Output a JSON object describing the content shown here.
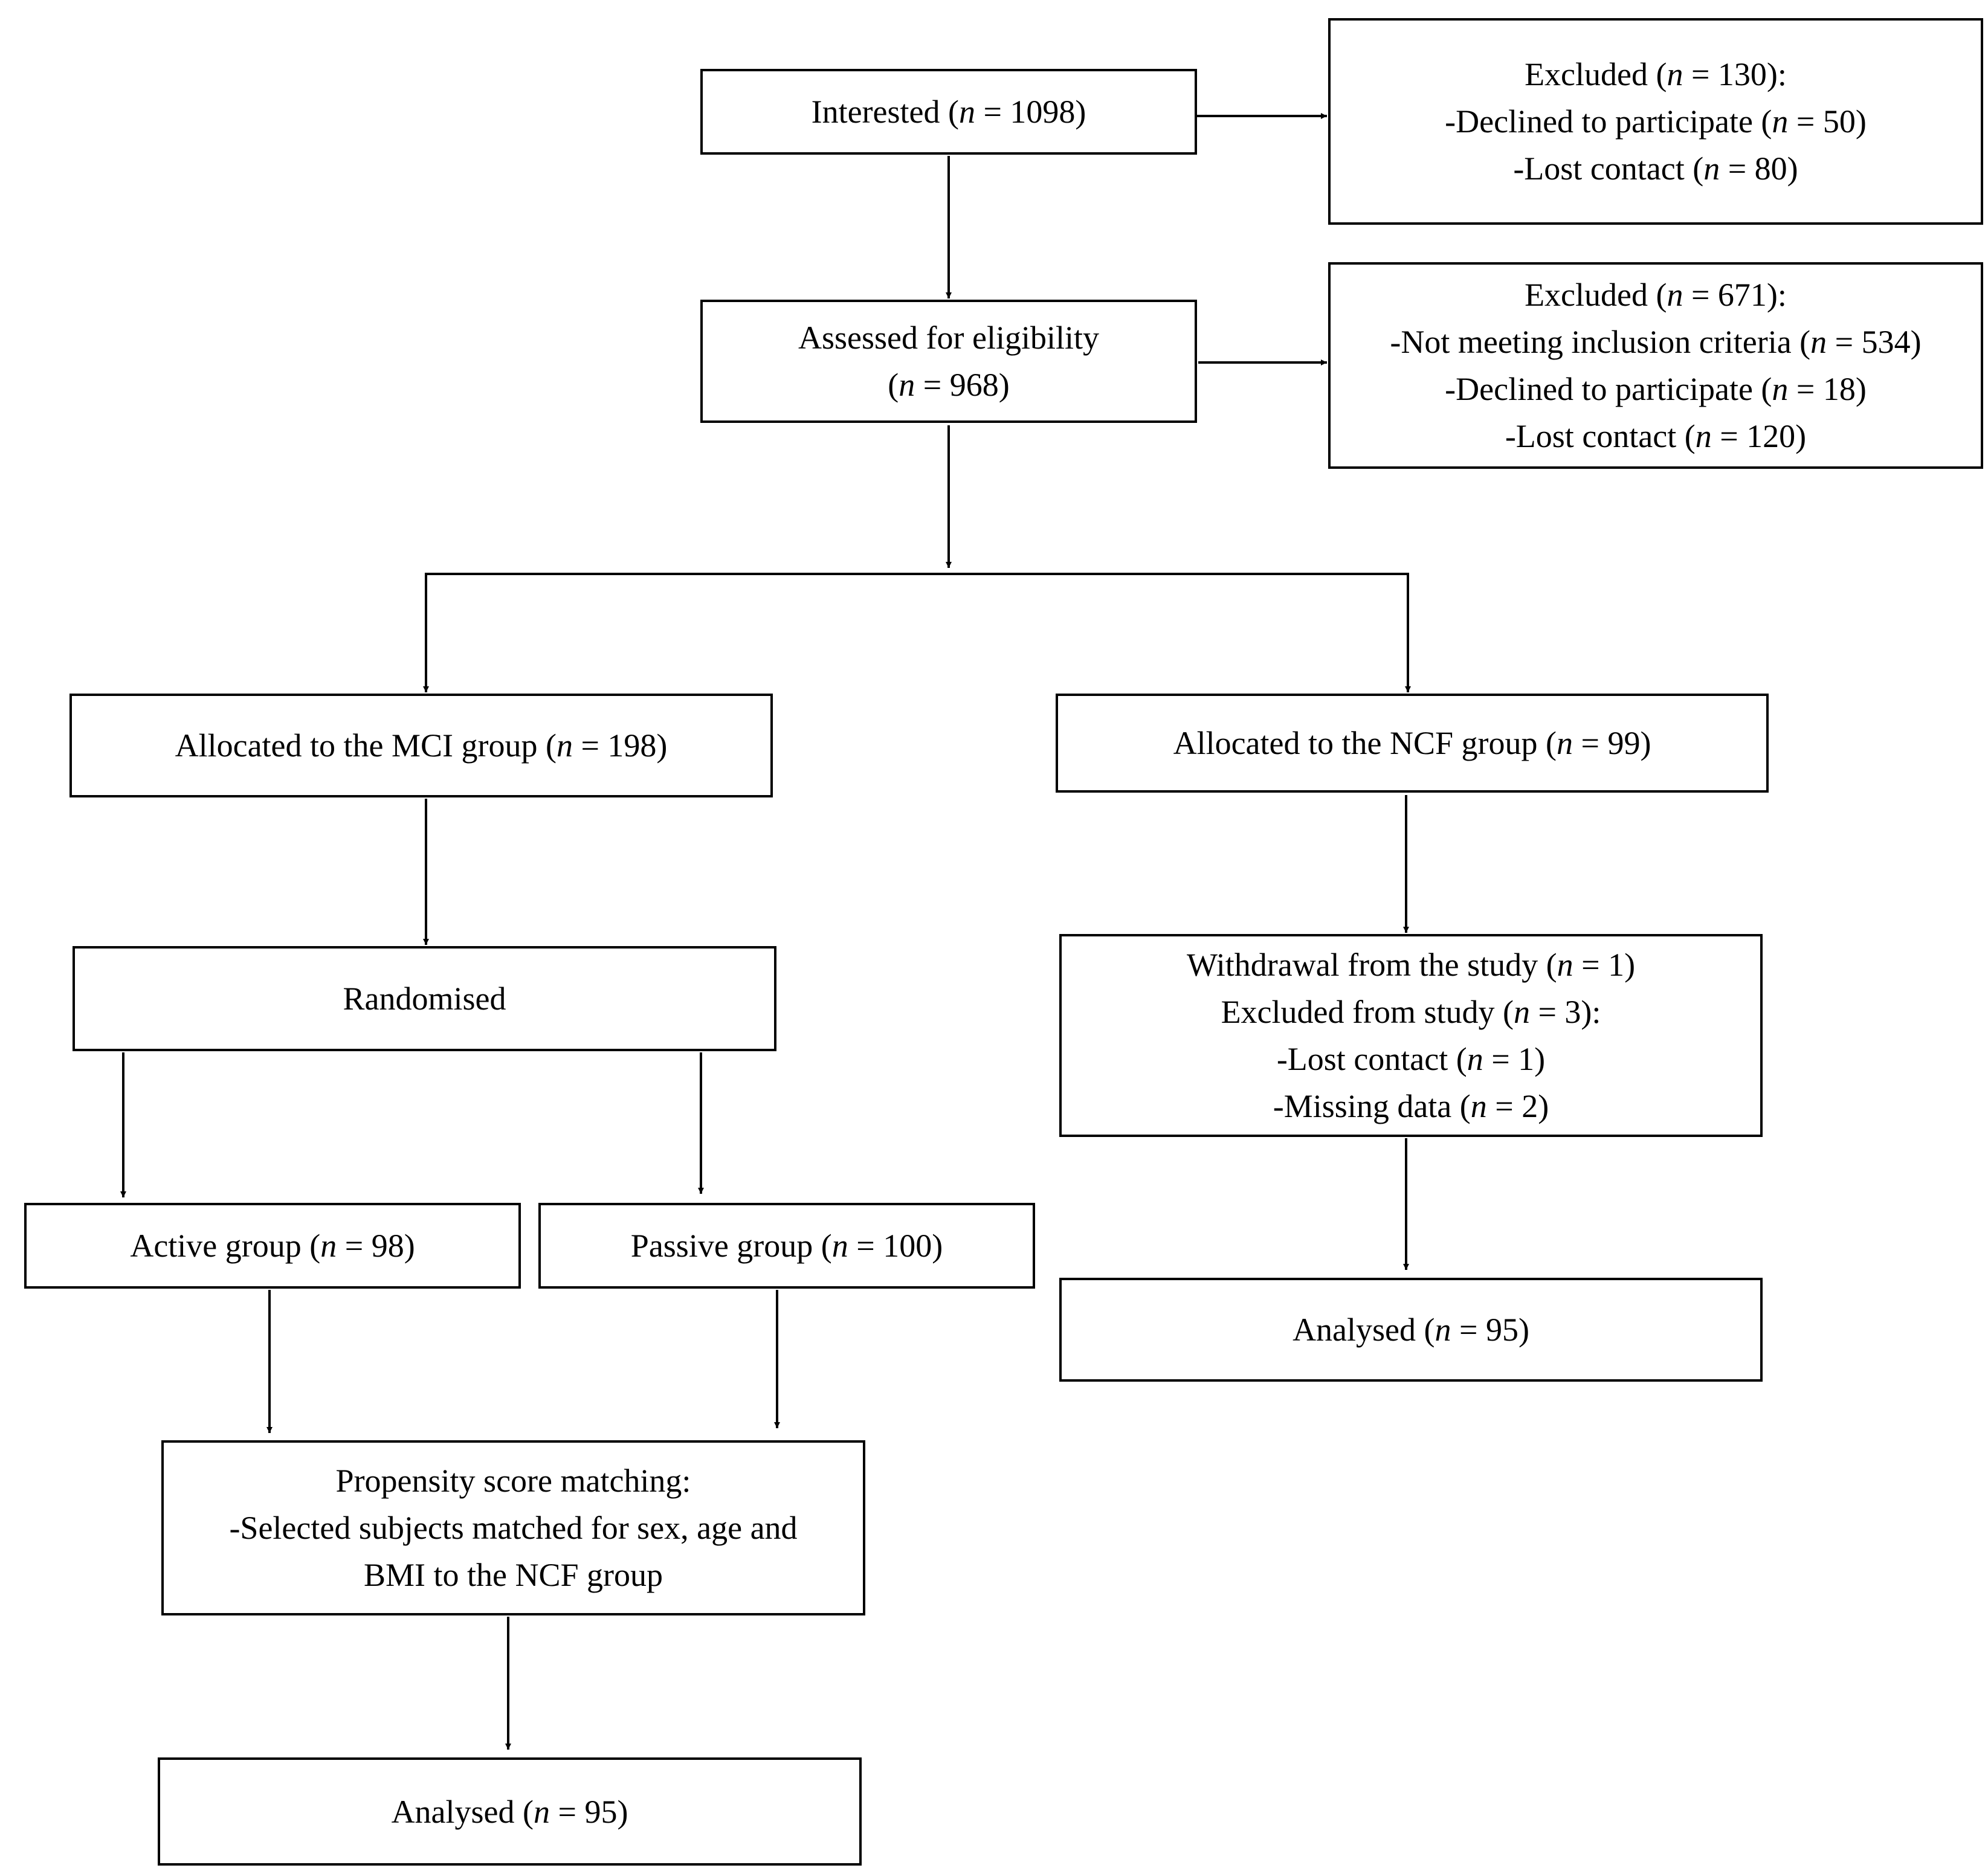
{
  "colors": {
    "line": "#000000",
    "background": "#ffffff"
  },
  "boxes": {
    "interested": {
      "lines": [
        "Interested (<i>n</i> = 1098)"
      ]
    },
    "excluded1": {
      "lines": [
        "Excluded (<i>n</i> = 130):",
        "-Declined to participate (<i>n</i> = 50)",
        "-Lost contact (<i>n</i> = 80)"
      ]
    },
    "assessed": {
      "lines": [
        "Assessed for eligibility",
        "(<i>n</i> = 968)"
      ]
    },
    "excluded2": {
      "lines": [
        "Excluded (<i>n</i> = 671):",
        "-Not meeting inclusion criteria (<i>n</i> = 534)",
        "-Declined to participate (<i>n</i> = 18)",
        "-Lost contact (<i>n</i> = 120)"
      ]
    },
    "mci": {
      "lines": [
        "Allocated to the MCI group (<i>n</i> = 198)"
      ]
    },
    "ncf": {
      "lines": [
        "Allocated to the NCF group (<i>n</i> = 99)"
      ]
    },
    "randomised": {
      "lines": [
        "Randomised"
      ]
    },
    "withdrawal": {
      "lines": [
        "Withdrawal from the study (<i>n</i> = 1)",
        "Excluded from study (<i>n</i> = 3):",
        "-Lost contact (<i>n</i> = 1)",
        "-Missing data (<i>n</i> = 2)"
      ]
    },
    "active": {
      "lines": [
        "Active group (<i>n</i> = 98)"
      ]
    },
    "passive": {
      "lines": [
        "Passive group (<i>n</i> = 100)"
      ]
    },
    "analysed_ncf": {
      "lines": [
        "Analysed (<i>n</i> = 95)"
      ]
    },
    "psm": {
      "lines": [
        "Propensity score matching:",
        "-Selected subjects matched for sex, age and",
        "BMI to the NCF group"
      ]
    },
    "analysed_mci": {
      "lines": [
        "Analysed (<i>n</i> = 95)"
      ]
    }
  }
}
